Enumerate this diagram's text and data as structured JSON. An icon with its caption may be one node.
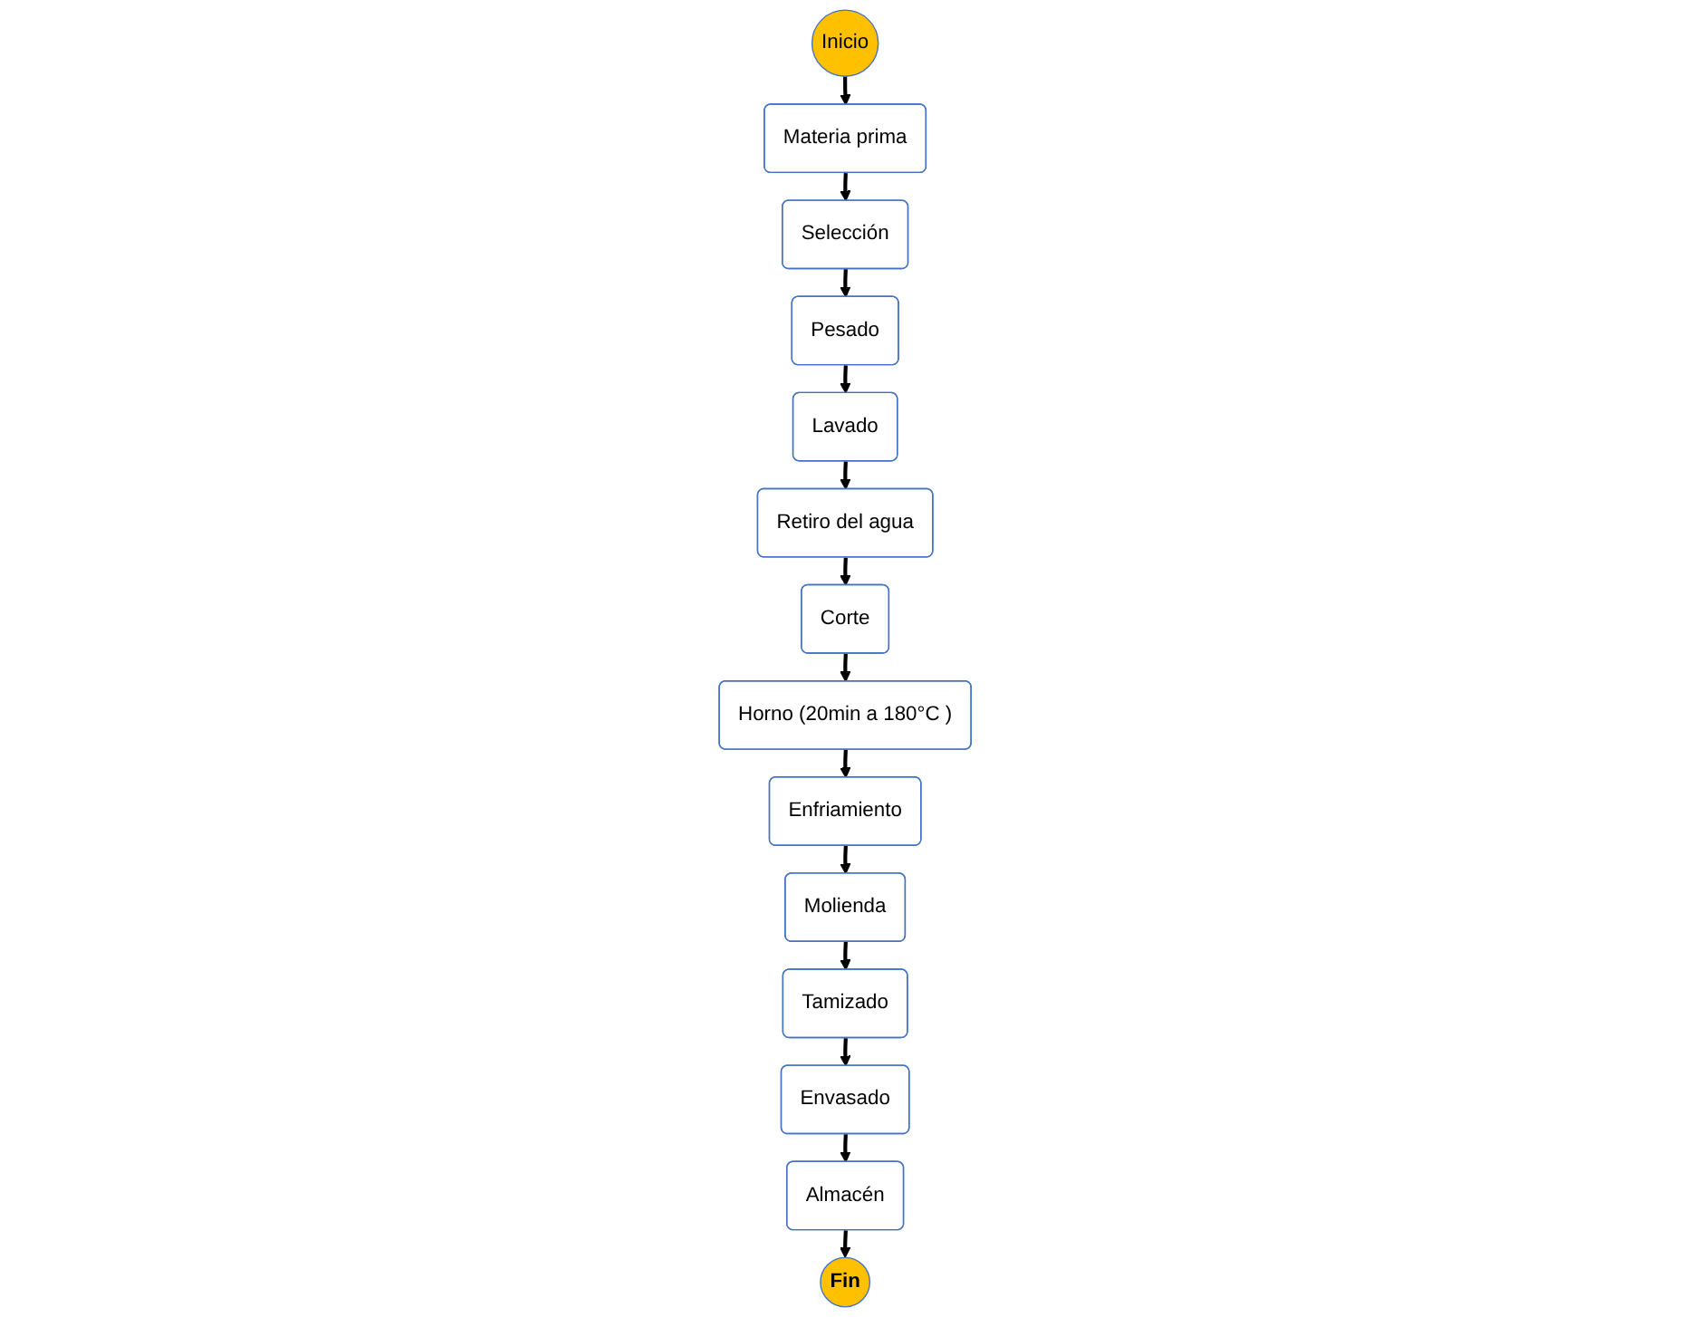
{
  "diagram": {
    "nodes": [
      {
        "text": [
          "Inicio"
        ]
      },
      {
        "text": [
          "Materia prima"
        ]
      },
      {
        "text": [
          "Selección"
        ]
      },
      {
        "text": [
          "Pesado"
        ]
      },
      {
        "text": [
          "Lavado"
        ]
      },
      {
        "text": [
          "Retiro del agua"
        ]
      },
      {
        "text": [
          "Corte"
        ]
      },
      {
        "text": [
          "Horno (20min a 180°C )"
        ]
      },
      {
        "text": [
          "Enfriamiento"
        ]
      },
      {
        "text": [
          "Molienda"
        ]
      },
      {
        "text": [
          "Tamizado"
        ]
      },
      {
        "text": [
          "Envasado"
        ]
      },
      {
        "text": [
          "Almacén"
        ]
      },
      {
        "text": [
          "Fin"
        ]
      }
    ],
    "edges": [
      {
        "from": 0,
        "to": 1,
        "arrow": "to"
      },
      {
        "from": 1,
        "to": 2,
        "arrow": "to"
      },
      {
        "from": 2,
        "to": 3,
        "arrow": "to"
      },
      {
        "from": 3,
        "to": 4,
        "arrow": "to"
      },
      {
        "from": 4,
        "to": 5,
        "arrow": "to"
      },
      {
        "from": 5,
        "to": 6,
        "arrow": "to"
      },
      {
        "from": 6,
        "to": 7,
        "arrow": "to"
      },
      {
        "from": 7,
        "to": 8,
        "arrow": "to"
      },
      {
        "from": 8,
        "to": 9,
        "arrow": "to"
      },
      {
        "from": 9,
        "to": 10,
        "arrow": "to"
      },
      {
        "from": 10,
        "to": 11,
        "arrow": "to"
      },
      {
        "from": 11,
        "to": 12,
        "arrow": "to"
      },
      {
        "from": 12,
        "to": 13,
        "arrow": "to"
      }
    ]
  }
}
